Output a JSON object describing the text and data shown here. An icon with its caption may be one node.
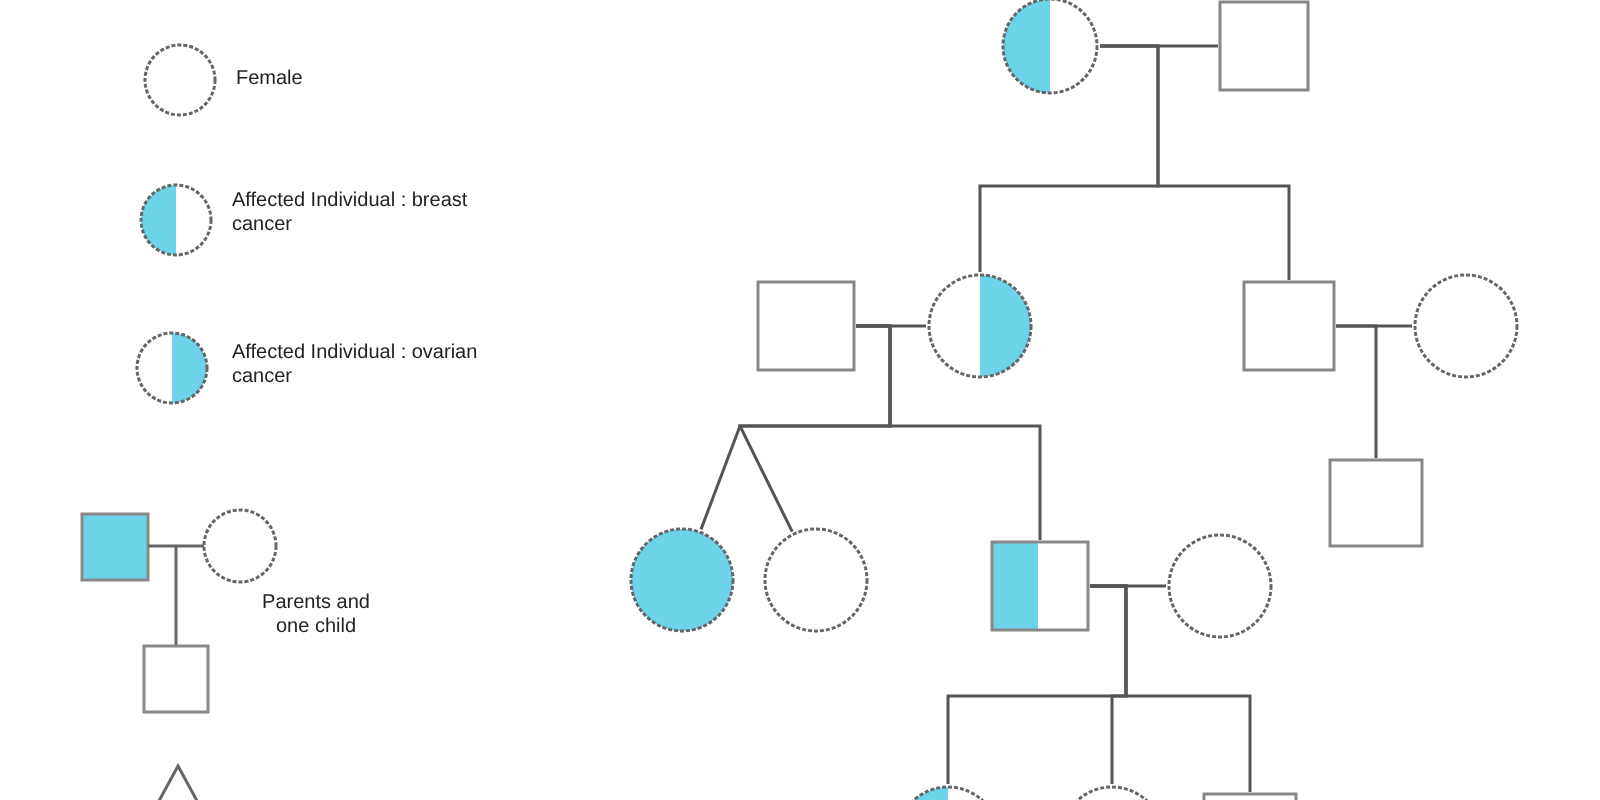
{
  "diagram": {
    "nodes": [
      {
        "text": [],
        "shape": "circle"
      },
      {
        "text": [],
        "shape": "box"
      },
      {
        "text": [],
        "shape": "box"
      },
      {
        "text": [],
        "shape": "circle"
      },
      {
        "text": [],
        "shape": "box"
      },
      {
        "text": [],
        "shape": "circle"
      },
      {
        "text": [],
        "shape": "box"
      },
      {
        "text": [],
        "shape": "circle"
      },
      {
        "text": [],
        "shape": "circle"
      },
      {
        "text": [],
        "shape": "box"
      },
      {
        "text": [],
        "shape": "circle"
      },
      {
        "text": [],
        "shape": "circle"
      },
      {
        "text": [],
        "shape": "circle"
      },
      {
        "text": [],
        "shape": "box"
      }
    ],
    "edges": [
      {
        "from": 0,
        "to": 1,
        "arrow": "none"
      },
      {
        "from": 0,
        "to": 3,
        "arrow": "none"
      },
      {
        "from": 0,
        "to": 4,
        "arrow": "none"
      },
      {
        "from": 2,
        "to": 3,
        "arrow": "none"
      },
      {
        "from": 2,
        "to": 7,
        "arrow": "none"
      },
      {
        "from": 2,
        "to": 8,
        "arrow": "none"
      },
      {
        "from": 2,
        "to": 9,
        "arrow": "none"
      },
      {
        "from": 4,
        "to": 5,
        "arrow": "none"
      },
      {
        "from": 4,
        "to": 6,
        "arrow": "none"
      },
      {
        "from": 9,
        "to": 10,
        "arrow": "none"
      },
      {
        "from": 9,
        "to": 11,
        "arrow": "none"
      },
      {
        "from": 9,
        "to": 12,
        "arrow": "none"
      },
      {
        "from": 9,
        "to": 13,
        "arrow": "none"
      }
    ],
    "legend": [
      {
        "text": "Female"
      },
      {
        "text": "Affected Individual : breast cancer"
      },
      {
        "text": "Affected Individual : ovarian cancer"
      },
      {
        "text": "Parents and one child"
      }
    ]
  }
}
